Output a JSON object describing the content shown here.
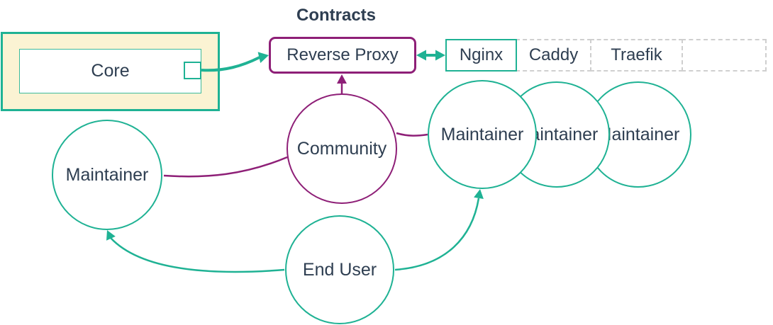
{
  "title": "Contracts",
  "colors": {
    "teal": "#1FB294",
    "purple": "#8E1F77",
    "node_text": "#2E3E51",
    "core_container_fill": "#FBF3D3",
    "dashed_border": "#CFCFCF"
  },
  "nodes": {
    "core": {
      "label": "Core"
    },
    "reverse_proxy": {
      "label": "Reverse Proxy"
    },
    "implementations": [
      {
        "label": "Nginx"
      },
      {
        "label": "Caddy"
      },
      {
        "label": "Traefik"
      },
      {
        "label": ""
      }
    ],
    "community": {
      "label": "Community"
    },
    "maintainer_left": {
      "label": "Maintainer"
    },
    "maintainers_right": [
      {
        "label": "Maintainer"
      },
      {
        "label": "Maintainer"
      },
      {
        "label": "Maintainer"
      }
    ],
    "end_user": {
      "label": "End User"
    }
  },
  "edges": [
    {
      "from": "core",
      "to": "reverse_proxy",
      "style": "teal-arrow"
    },
    {
      "from": "reverse_proxy",
      "to": "nginx",
      "style": "teal-double-arrow"
    },
    {
      "from": "community",
      "to": "reverse_proxy",
      "style": "purple-arrow"
    },
    {
      "from": "community",
      "to": "maintainer_left",
      "style": "purple-line"
    },
    {
      "from": "community",
      "to": "maintainers_right",
      "style": "purple-line"
    },
    {
      "from": "end_user",
      "to": "maintainer_left",
      "style": "teal-arrow"
    },
    {
      "from": "end_user",
      "to": "maintainers_right",
      "style": "teal-arrow"
    }
  ]
}
